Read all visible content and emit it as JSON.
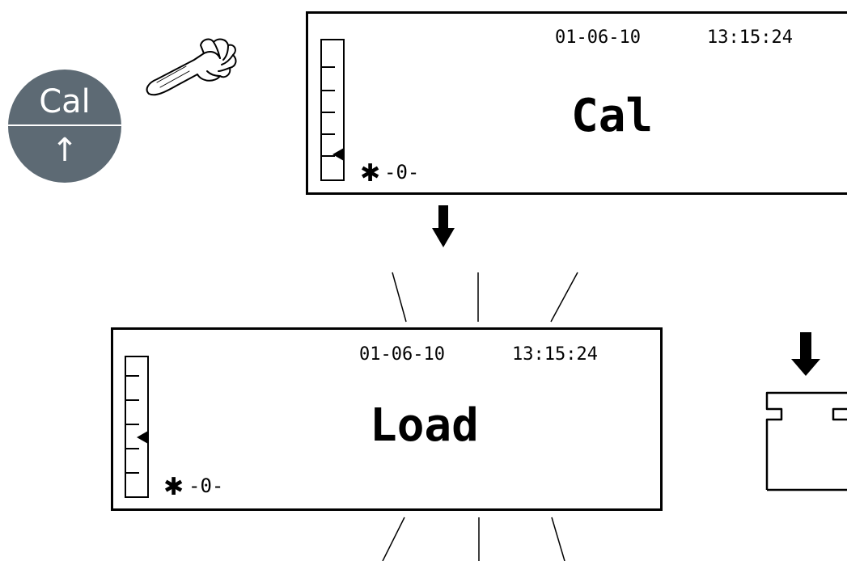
{
  "cal_button": {
    "label": "Cal",
    "arrow": "↑",
    "color": "#5d6a74"
  },
  "display_top": {
    "date": "01-06-10",
    "time": "13:15:24",
    "main_text": "Cal",
    "status_symbol": "✱",
    "status_text": "-0-"
  },
  "display_bottom": {
    "date": "01-06-10",
    "time": "13:15:24",
    "main_text": "Load",
    "status_symbol": "✱",
    "status_text": "-0-"
  },
  "icons": {
    "hand": "pointing-hand-icon",
    "flow_arrow": "down-arrow-icon",
    "weight": "calibration-weight-icon"
  }
}
